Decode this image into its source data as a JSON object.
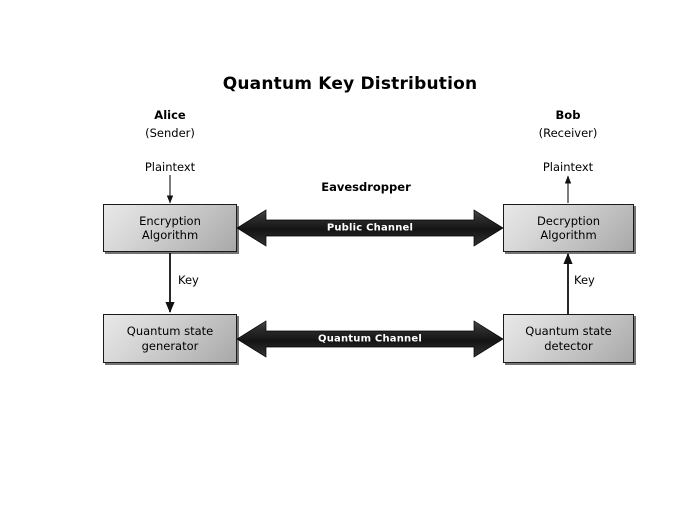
{
  "diagram": {
    "title": "Quantum Key Distribution",
    "background_color": "#ffffff",
    "box_fill_light": "#e8e8e8",
    "box_fill_dark": "#a8a8a8",
    "box_border_color": "#1a1a1a",
    "channel_arrow_color": "#1c1c1c",
    "channel_label_color": "#ffffff"
  },
  "parties": {
    "alice": {
      "name": "Alice",
      "role": "(Sender)"
    },
    "bob": {
      "name": "Bob",
      "role": "(Receiver)"
    }
  },
  "labels": {
    "plaintext_in": "Plaintext",
    "plaintext_out": "Plaintext",
    "key_left": "Key",
    "key_right": "Key",
    "eavesdropper": "Eavesdropper"
  },
  "boxes": {
    "encryption": {
      "line1": "Encryption",
      "line2": "Algorithm"
    },
    "decryption": {
      "line1": "Decryption",
      "line2": "Algorithm"
    },
    "generator": {
      "line1": "Quantum state",
      "line2": "generator"
    },
    "detector": {
      "line1": "Quantum state",
      "line2": "detector"
    }
  },
  "channels": {
    "public": {
      "label": "Public Channel",
      "direction": "bidirectional"
    },
    "quantum": {
      "label": "Quantum Channel",
      "direction": "bidirectional"
    }
  }
}
